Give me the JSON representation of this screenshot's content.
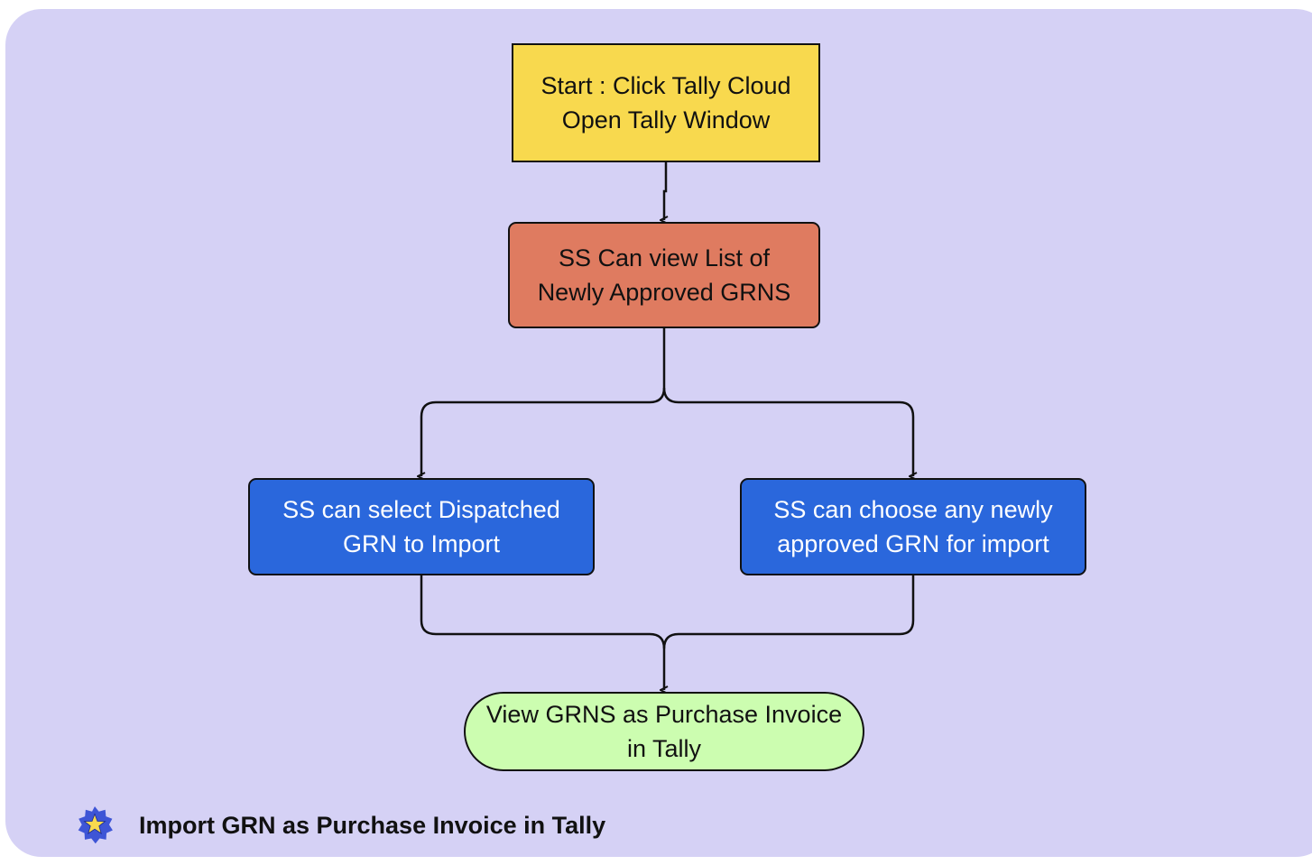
{
  "diagram": {
    "nodes": {
      "start": {
        "line1": "Start : Click Tally Cloud",
        "line2": "Open Tally Window"
      },
      "list": {
        "line1": "SS Can view List of",
        "line2": "Newly Approved GRNS"
      },
      "dispatched": {
        "line1": "SS can select Dispatched",
        "line2": "GRN to Import"
      },
      "any": {
        "line1": "SS can choose any newly",
        "line2": "approved GRN for import"
      },
      "view": {
        "line1": "View GRNS as Purchase Invoice",
        "line2": "in Tally"
      }
    },
    "edges": [
      {
        "from": "start",
        "to": "list"
      },
      {
        "from": "list",
        "to": "dispatched"
      },
      {
        "from": "list",
        "to": "any"
      },
      {
        "from": "dispatched",
        "to": "view"
      },
      {
        "from": "any",
        "to": "view"
      }
    ],
    "colors": {
      "background": "#d5d1f5",
      "start": "#f8d94e",
      "list": "#df7b60",
      "branch": "#2a67dc",
      "end": "#ccfdb0",
      "badge": "#3e55d6",
      "badge_star": "#f8d94e"
    }
  },
  "footer": {
    "icon": "star-badge-icon",
    "title": "Import GRN as Purchase Invoice in Tally"
  }
}
